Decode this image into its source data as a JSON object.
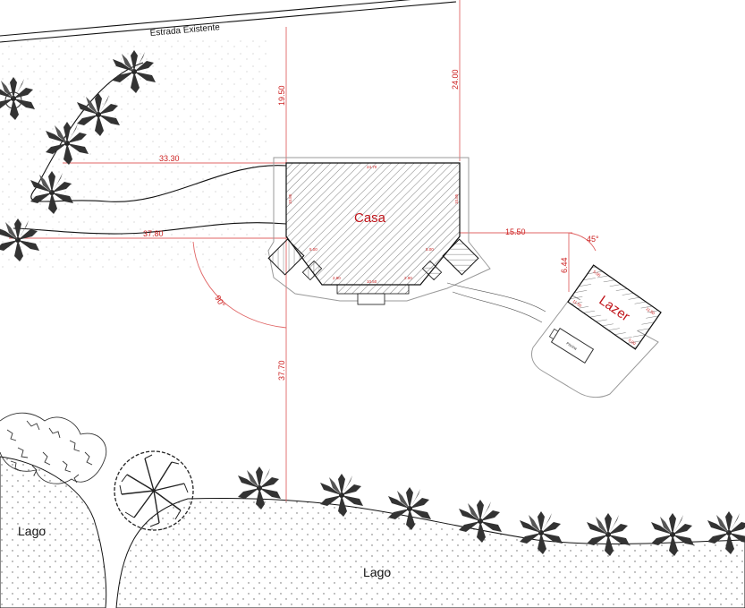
{
  "road_label": "Estrada Existente",
  "buildings": {
    "main": "Casa",
    "leisure": "Lazer",
    "pool": "Piscina"
  },
  "water": {
    "left": "Lago",
    "bottom": "Lago"
  },
  "dimensions": {
    "north_left": "19.50",
    "north_right": "24.00",
    "west_top": "33.30",
    "west_bottom": "37.80",
    "south": "37.70",
    "east": "15.50",
    "lazer_offset": "6.44",
    "angle_left": "90°",
    "angle_right": "45°",
    "house_top": "24.70",
    "house_left": "10.85",
    "house_right": "10.85",
    "house_bottom": "10.50",
    "wing_left": "5.00",
    "wing_right": "5.00",
    "wing_small_left": "2.90",
    "wing_small_right": "2.90",
    "lazer_a": "5.00",
    "lazer_b": "11.50",
    "lazer_c": "11.50",
    "lazer_d": "5.00"
  }
}
